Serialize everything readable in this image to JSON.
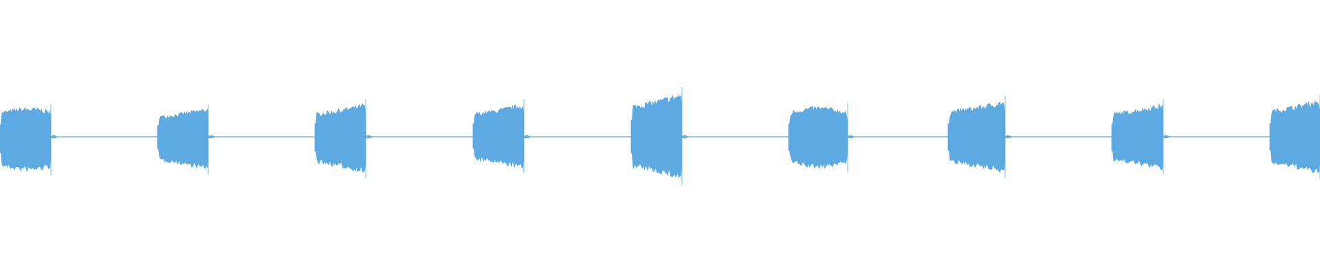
{
  "waveform": {
    "color": "#5DA9E1",
    "background": "#ffffff",
    "description_kind": "audio amplitude waveform",
    "bursts": [
      {
        "peak_top": 0.27,
        "peak_bottom": 0.32,
        "shape": "flat"
      },
      {
        "peak_top": 0.27,
        "peak_bottom": 0.31,
        "shape": "rising"
      },
      {
        "peak_top": 0.31,
        "peak_bottom": 0.34,
        "shape": "rising"
      },
      {
        "peak_top": 0.31,
        "peak_bottom": 0.3,
        "shape": "rising"
      },
      {
        "peak_top": 0.41,
        "peak_bottom": 0.4,
        "shape": "rising"
      },
      {
        "peak_top": 0.28,
        "peak_bottom": 0.29,
        "shape": "dome"
      },
      {
        "peak_top": 0.34,
        "peak_bottom": 0.34,
        "shape": "rising"
      },
      {
        "peak_top": 0.31,
        "peak_bottom": 0.31,
        "shape": "rising"
      },
      {
        "peak_top": 0.35,
        "peak_bottom": 0.35,
        "shape": "rising"
      }
    ]
  }
}
